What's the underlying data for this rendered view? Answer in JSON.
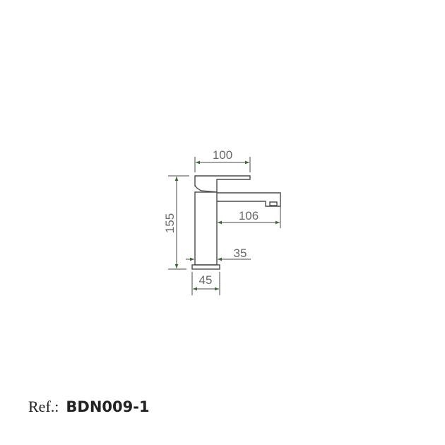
{
  "drawing": {
    "dimensions": {
      "handle_width": "100",
      "spout_reach": "106",
      "height": "155",
      "body_diameter": "35",
      "base_diameter": "45"
    },
    "colors": {
      "outline": "#4a4a4a",
      "arrow": "#3c6a2c",
      "text": "#6a6a6a"
    }
  },
  "reference": {
    "label": "Ref.:",
    "code": "BDN009-1"
  }
}
